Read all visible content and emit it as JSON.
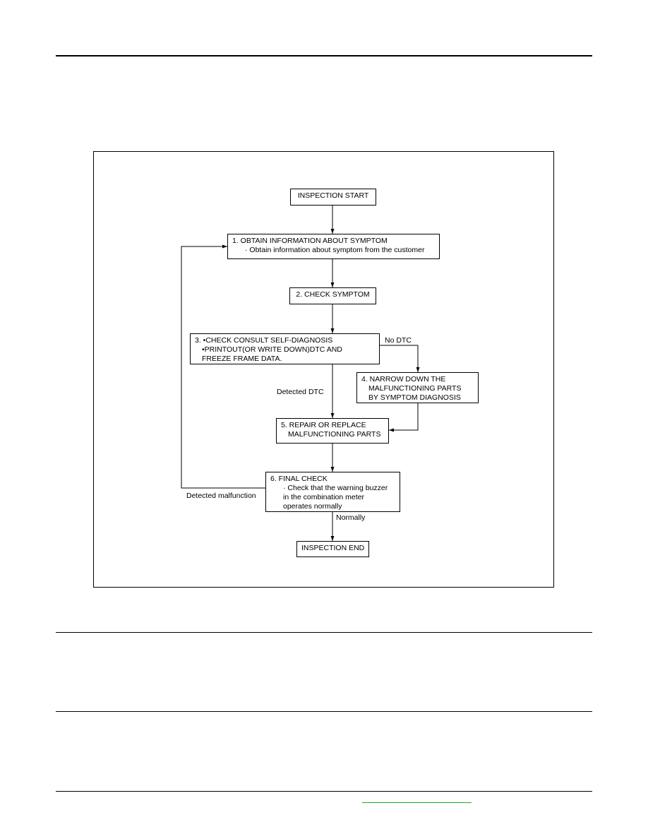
{
  "flowchart": {
    "inspection_start": "INSPECTION START",
    "step1": {
      "title": "1. OBTAIN INFORMATION ABOUT SYMPTOM",
      "detail": "· Obtain information about symptom from the customer"
    },
    "step2": {
      "title": "2. CHECK SYMPTOM"
    },
    "step3": {
      "line1": "3. •CHECK CONSULT SELF-DIAGNOSIS",
      "line2": "•PRINTOUT(OR WRITE DOWN)DTC AND",
      "line3": "FREEZE FRAME DATA."
    },
    "step4": {
      "line1": "4. NARROW DOWN THE",
      "line2": "MALFUNCTIONING PARTS",
      "line3": "BY SYMPTOM DIAGNOSIS"
    },
    "step5": {
      "line1": "5. REPAIR OR REPLACE",
      "line2": "MALFUNCTIONING PARTS"
    },
    "step6": {
      "title": "6. FINAL CHECK",
      "detail1": "· Check that the warning buzzer",
      "detail2": "in the combination meter",
      "detail3": "operates normally"
    },
    "inspection_end": "INSPECTION END",
    "labels": {
      "no_dtc": "No DTC",
      "detected_dtc": "Detected DTC",
      "detected_malfunction": "Detected malfunction",
      "normally": "Normally"
    }
  }
}
